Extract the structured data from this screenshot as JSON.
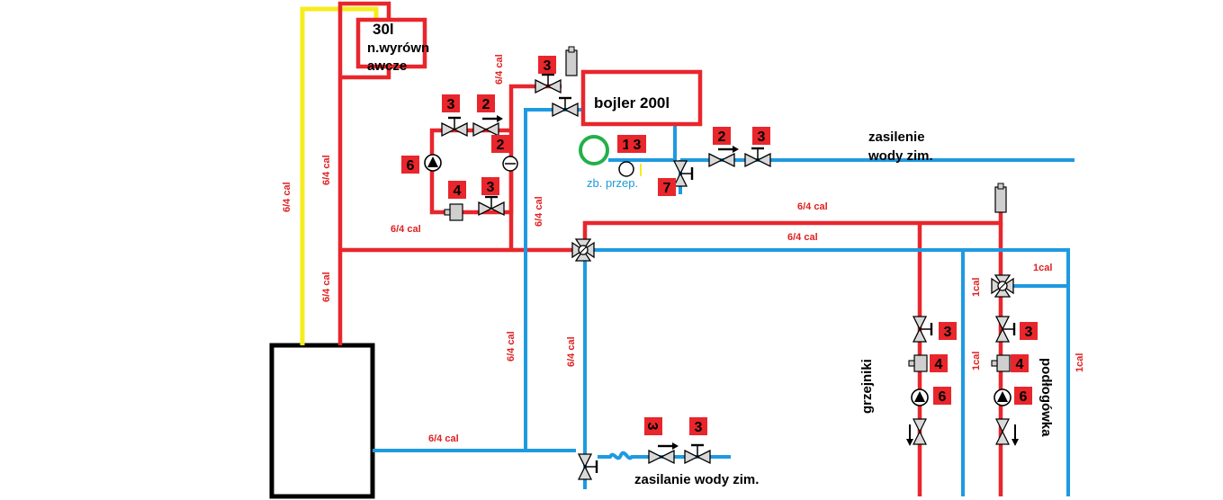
{
  "labels": {
    "tank_volume": "30l",
    "tank_name_line1": "n.wyrówn",
    "tank_name_line2": "awcze",
    "boiler": "bojler 200l",
    "cold_supply_right_line1": "zasilenie",
    "cold_supply_right_line2": "wody zim.",
    "cold_supply_bottom": "zasilanie wody zim.",
    "expansion": "zb. przep.",
    "radiators": "grzejniki",
    "floor_heating": "podłogówka"
  },
  "pipe_sizes": {
    "s64": "6/4 cal",
    "s1": "1cal"
  },
  "markers": {
    "m1": "1",
    "m2": "2",
    "m3": "3",
    "m4": "4",
    "m6": "6",
    "m7": "7"
  },
  "colors": {
    "hot": "#e8262c",
    "cold": "#1e9ae0",
    "vent": "#f6ec1c",
    "marker": "#e8262c",
    "outline": "#000000",
    "expansion_ring": "#22b04a"
  }
}
